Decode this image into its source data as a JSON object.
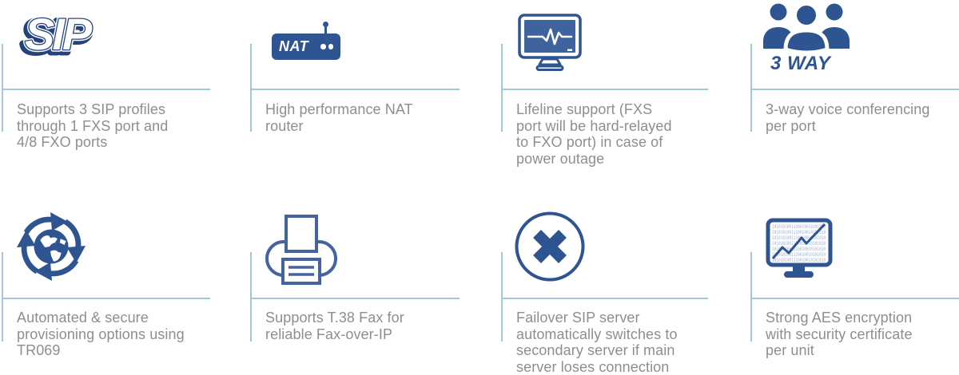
{
  "background": "#ffffff",
  "colors": {
    "icon_blue": "#2e5492",
    "icon_outline_blue": "#44639f",
    "logo_navy": "#24437e",
    "ruler_light_blue": "#a2c8dc",
    "body_text_gray": "#8d8e90"
  },
  "logos": {
    "sip": "SIP",
    "nat": "NAT",
    "three_way": "3 WAY",
    "aes_binary_row": "1010101001110010010101010"
  },
  "features": [
    {
      "id": "sip-profiles",
      "icon": "sip-logo",
      "text": "Supports 3 SIP profiles\nthrough 1 FXS port and\n4/8 FXO ports"
    },
    {
      "id": "nat-router",
      "icon": "nat-router-icon",
      "text": "High performance NAT\nrouter"
    },
    {
      "id": "lifeline-support",
      "icon": "lifeline-monitor-icon",
      "text": "Lifeline support (FXS\nport will be hard-relayed\nto FXO port) in case of\npower outage"
    },
    {
      "id": "three-way-conferencing",
      "icon": "three-way-people-icon",
      "text": "3-way voice conferencing\nper port"
    },
    {
      "id": "auto-provisioning",
      "icon": "provisioning-globe-icon",
      "text": "Automated & secure\nprovisioning options using\nTR069"
    },
    {
      "id": "t38-fax",
      "icon": "fax-printer-icon",
      "text": "Supports T.38 Fax for\nreliable Fax-over-IP"
    },
    {
      "id": "failover-sip-server",
      "icon": "failover-x-icon",
      "text": "Failover SIP server\nautomatically switches to\nsecondary server if main\nserver loses connection"
    },
    {
      "id": "aes-encryption",
      "icon": "aes-monitor-icon",
      "text": "Strong AES encryption\nwith security certificate\nper unit"
    }
  ]
}
